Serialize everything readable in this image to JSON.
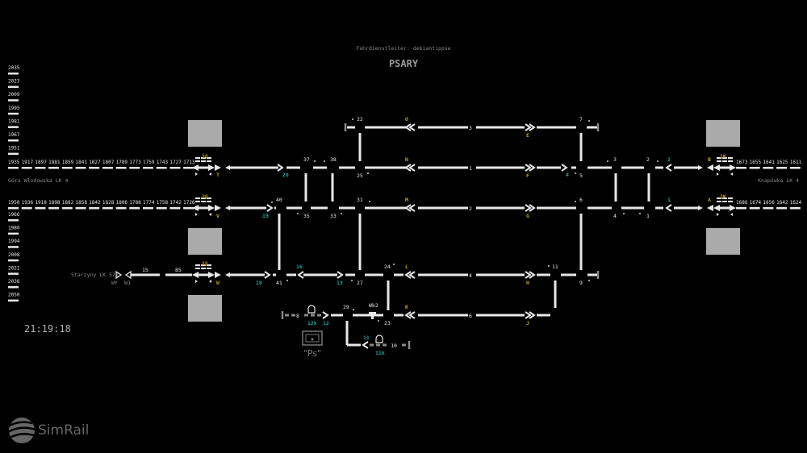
{
  "header": {
    "dispatcher": "Fahrdienstleiter: debiantippse",
    "station": "PSARY"
  },
  "clock": "21:19:18",
  "logo": "SimRail",
  "lines": {
    "left_top": "Góra Włodowska LK 4",
    "right": "Knapówka LK 4",
    "left_bottom": "Starzyny LK 570"
  },
  "blocks": {
    "left_column_top": [
      "2035",
      "2023",
      "2009",
      "1995",
      "1981",
      "1967",
      "1951"
    ],
    "left_top_row": [
      "1935",
      "1917",
      "1897",
      "1881",
      "1859",
      "1841",
      "1827",
      "1807",
      "1789",
      "1773",
      "1759",
      "1743",
      "1727",
      "1713"
    ],
    "left_bottom_row": [
      "1950",
      "1936",
      "1918",
      "1898",
      "1882",
      "1858",
      "1842",
      "1828",
      "1806",
      "1788",
      "1774",
      "1758",
      "1742",
      "1726"
    ],
    "left_column_bottom": [
      "1966",
      "1980",
      "1994",
      "2008",
      "2022",
      "2036",
      "2050"
    ],
    "right_top_row": [
      "1673",
      "1655",
      "1641",
      "1625",
      "1611"
    ],
    "right_bottom_row": [
      "1686",
      "1674",
      "1656",
      "1642",
      "1624"
    ],
    "starzyny": [
      "15",
      "85"
    ]
  },
  "entry_signals": {
    "s1G": "1G",
    "s2G": "2G",
    "s1S": "1S",
    "s1K": "1K",
    "s2K": "2K",
    "WY": "WY",
    "WJ": "WJ"
  },
  "signals": {
    "T": "T",
    "V": "V",
    "W": "W",
    "O": "O",
    "N": "N",
    "M": "M",
    "L": "L",
    "K": "K",
    "E": "E",
    "F": "F",
    "G": "G",
    "H": "H",
    "J": "J",
    "A": "A",
    "B": "B"
  },
  "shunt_signals": {
    "s20": "20",
    "s19": "19",
    "s18": "18",
    "s16": "16",
    "s13": "13",
    "s4": "4",
    "s2": "2",
    "s1": "1",
    "s12k": "12k",
    "s12": "12",
    "s11": "11",
    "s11k": "11k"
  },
  "tracks": {
    "t3": "3",
    "t1": "1",
    "t2": "2",
    "t4": "4",
    "t6": "6",
    "t8": "8",
    "t10": "10"
  },
  "switches": {
    "sw22": "22",
    "sw37": "37",
    "sw38": "38",
    "sw25": "25",
    "sw40": "40",
    "sw35": "35",
    "sw33": "33",
    "sw31": "31",
    "sw41": "41",
    "sw27": "27",
    "sw24": "24",
    "sw29": "29",
    "sw23": "23",
    "sw7": "7",
    "sw5": "5",
    "sw6": "6",
    "sw3": "3",
    "sw2": "2",
    "sw4": "4",
    "sw1": "1",
    "sw11": "11",
    "sw9": "9",
    "wk2": "Wk2"
  },
  "ps_label": "\"Ps\"",
  "colors": {
    "track": "#e8e8e8",
    "signal_yellow": "#c9a200",
    "shunt_cyan": "#1aa3a8",
    "box": "#aaaaaa"
  }
}
